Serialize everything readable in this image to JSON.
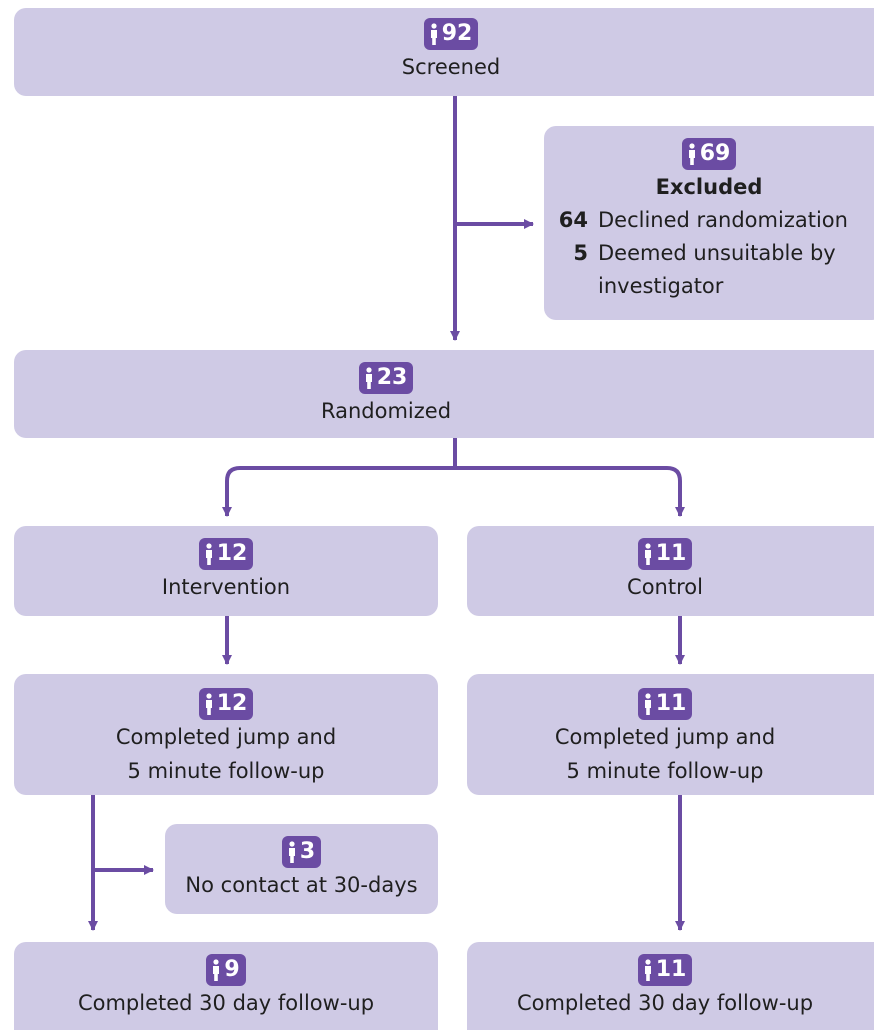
{
  "colors": {
    "box_fill": "#cfcae5",
    "badge_fill": "#6b4ca3",
    "arrow": "#6b4ca3"
  },
  "badge_icon": "person-icon",
  "screened": {
    "count": "92",
    "label": "Screened"
  },
  "excluded": {
    "count": "69",
    "label": "Excluded",
    "reasons": [
      {
        "count": "64",
        "text": "Declined randomization"
      },
      {
        "count": "5",
        "text": "Deemed unsuitable by investigator"
      }
    ]
  },
  "randomized": {
    "count": "23",
    "label": "Randomized"
  },
  "intervention": {
    "allocated": {
      "count": "12",
      "label": "Intervention"
    },
    "completed_jump": {
      "count": "12",
      "label_line1": "Completed jump and",
      "label_line2": "5 minute follow-up"
    },
    "lost": {
      "count": "3",
      "label": "No contact at 30-days"
    },
    "completed_30day": {
      "count": "9",
      "label": "Completed 30 day follow-up"
    }
  },
  "control": {
    "allocated": {
      "count": "11",
      "label": "Control"
    },
    "completed_jump": {
      "count": "11",
      "label_line1": "Completed jump and",
      "label_line2": "5 minute follow-up"
    },
    "completed_30day": {
      "count": "11",
      "label": "Completed 30 day follow-up"
    }
  }
}
